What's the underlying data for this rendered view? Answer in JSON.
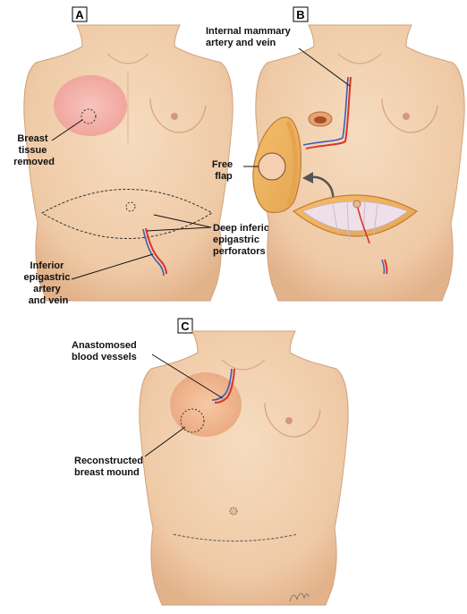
{
  "panels": {
    "a": {
      "letter": "A"
    },
    "b": {
      "letter": "B"
    },
    "c": {
      "letter": "C"
    }
  },
  "labels": {
    "breast_tissue_removed": [
      "Breast",
      "tissue",
      "removed"
    ],
    "deep_inferior_epigastric_perforators": [
      "Deep inferior",
      "epigastric",
      "perforators"
    ],
    "inferior_epigastric_artery_and_vein": [
      "Inferior",
      "epigastric",
      "artery",
      "and vein"
    ],
    "internal_mammary_artery_and_vein": [
      "Internal mammary",
      "artery and vein"
    ],
    "free_flap": [
      "Free",
      "flap"
    ],
    "anastomosed_blood_vessels": [
      "Anastomosed",
      "blood vessels"
    ],
    "reconstructed_breast_mound": [
      "Reconstructed",
      "breast mound"
    ]
  },
  "colors": {
    "skin": "#f2d2b0",
    "skin_shade": "#e3b48d",
    "outline": "#c99b78",
    "removed_area": "#f2b0a8",
    "artery": "#d9342b",
    "vein": "#3a5fb8",
    "flap_fat": "#f0c35a",
    "muscle": "#e9d2dc"
  }
}
